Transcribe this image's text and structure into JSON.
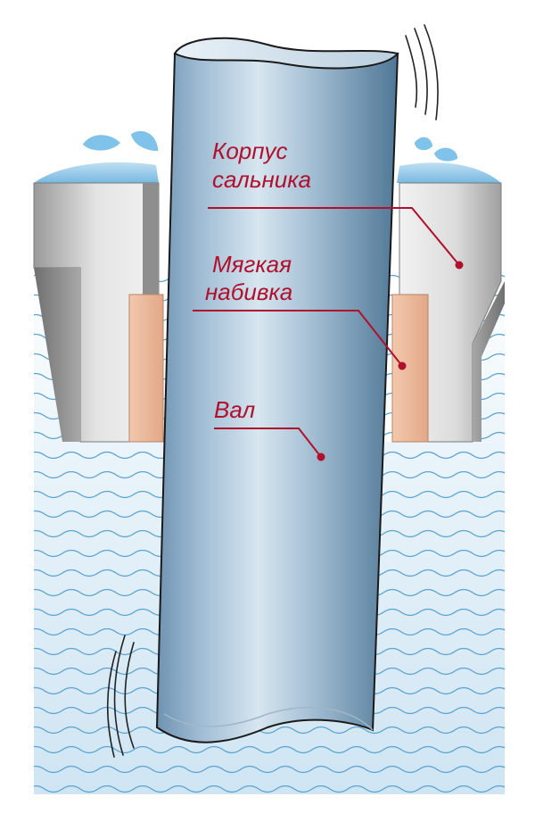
{
  "labels": {
    "housing": {
      "line1": "Корпус",
      "line2": "сальника"
    },
    "packing": {
      "line1": "Мягкая",
      "line2": "набивка"
    },
    "shaft": {
      "line1": "Вал"
    }
  },
  "colors": {
    "label_text": "#b0102c",
    "leader_line": "#b0102c",
    "water_light": "#dcedf7",
    "water_dark": "#8fc4e4",
    "wave_line": "#5aa3d1",
    "housing_light": "#d9d9d9",
    "housing_dark": "#8a8a8a",
    "packing": "#e9b99a",
    "shaft_light": "#c9dbe8",
    "shaft_dark": "#5f87a6",
    "outline": "#1a1a1a",
    "droplet": "#7fc3ea"
  }
}
